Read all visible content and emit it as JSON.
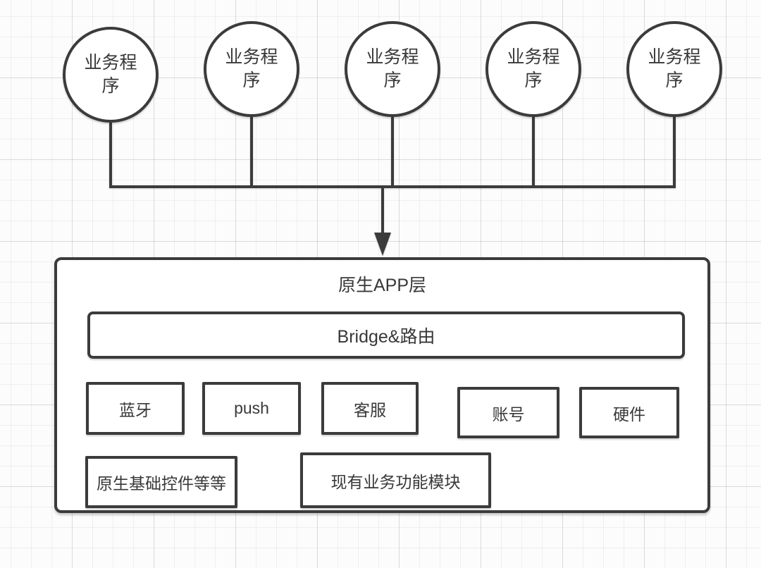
{
  "diagram": {
    "top_nodes": [
      {
        "label": "业务程序"
      },
      {
        "label": "业务程序"
      },
      {
        "label": "业务程序"
      },
      {
        "label": "业务程序"
      },
      {
        "label": "业务程序"
      }
    ],
    "native_layer": {
      "title": "原生APP层",
      "bridge_label": "Bridge&路由",
      "modules_row1": [
        {
          "id": "bluetooth",
          "label": "蓝牙"
        },
        {
          "id": "push",
          "label": "push"
        },
        {
          "id": "customer-service",
          "label": "客服"
        },
        {
          "id": "account",
          "label": "账号"
        },
        {
          "id": "hardware",
          "label": "硬件"
        }
      ],
      "modules_row2": [
        {
          "id": "native-base-controls",
          "label": "原生基础控件等等"
        },
        {
          "id": "existing-business-modules",
          "label": "现有业务功能模块"
        }
      ]
    }
  },
  "colors": {
    "stroke": "#3b3b3b",
    "text": "#383838",
    "bg": "#fcfcfc"
  }
}
